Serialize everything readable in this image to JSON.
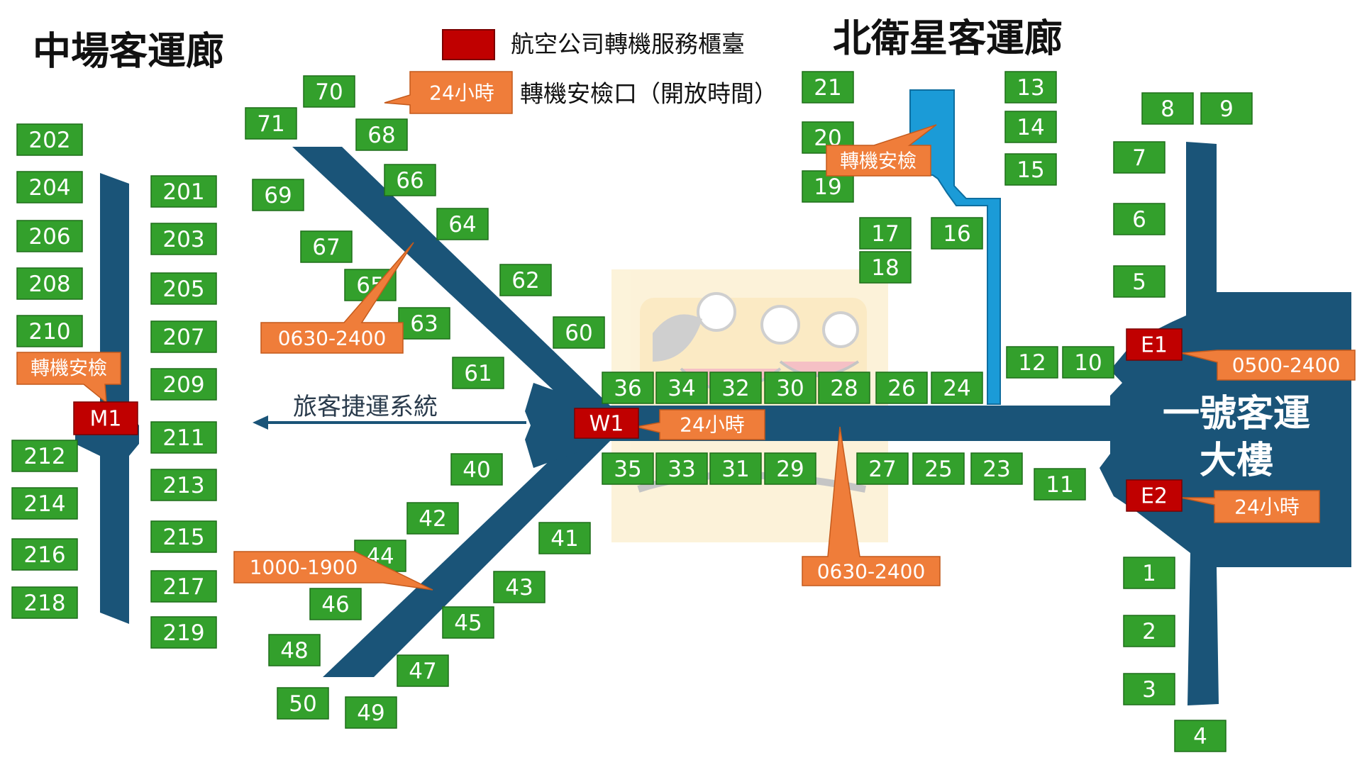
{
  "titles": {
    "central_concourse": "中場客運廊",
    "north_satellite": "北衛星客運廊",
    "terminal": "一號客運",
    "terminal_line2": "大樓"
  },
  "legend": {
    "counter_label": "航空公司轉機服務櫃臺",
    "security_label": "轉機安檢口（開放時間）",
    "security_sample": "24小時"
  },
  "people_mover": "旅客捷運系統",
  "colors": {
    "concourse": "#1a5478",
    "north_walkway": "#1b9bd7",
    "gate": "#33a02c",
    "counter": "#c00000",
    "callout": "#ef7d3a"
  },
  "gates": [
    "202",
    "204",
    "206",
    "208",
    "210",
    "212",
    "214",
    "216",
    "218",
    "201",
    "203",
    "205",
    "207",
    "209",
    "211",
    "213",
    "215",
    "217",
    "219",
    "70",
    "71",
    "68",
    "69",
    "66",
    "67",
    "64",
    "65",
    "62",
    "63",
    "60",
    "61",
    "40",
    "42",
    "41",
    "44",
    "43",
    "46",
    "45",
    "48",
    "47",
    "50",
    "49",
    "36",
    "34",
    "32",
    "30",
    "28",
    "26",
    "24",
    "35",
    "33",
    "31",
    "29",
    "27",
    "25",
    "23",
    "21",
    "20",
    "19",
    "17",
    "18",
    "16",
    "13",
    "14",
    "15",
    "12",
    "10",
    "11",
    "8",
    "9",
    "7",
    "6",
    "5",
    "1",
    "2",
    "3",
    "4"
  ],
  "counters": [
    "M1",
    "W1",
    "E1",
    "E2"
  ],
  "callouts": {
    "m1_security": "轉機安檢",
    "north_security": "轉機安檢",
    "west_hours": "0630-2400",
    "southwest_hours": "1000-1900",
    "w1_hours": "24小時",
    "south_hours": "0630-2400",
    "e1_hours": "0500-2400",
    "e2_hours": "24小時"
  },
  "watermark_icon": "cartoon-face-logo"
}
